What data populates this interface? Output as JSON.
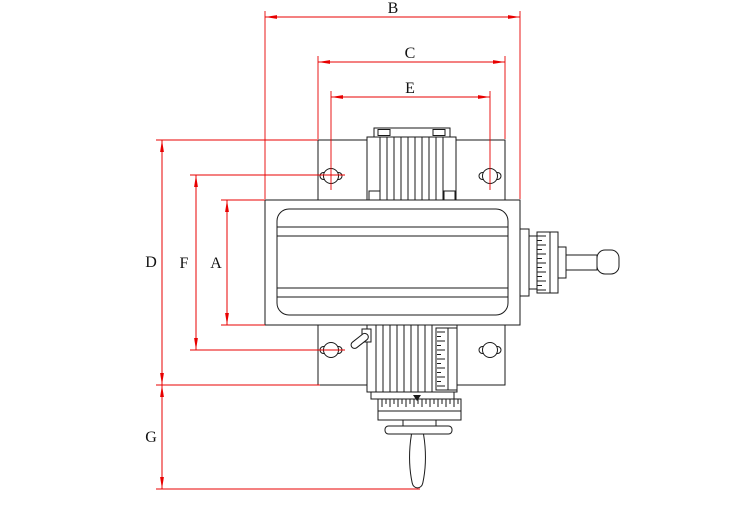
{
  "diagram": {
    "colors": {
      "dimension_lines": "#e80000",
      "part_lines": "#1a1a1a",
      "background": "#ffffff"
    },
    "dimension_labels": {
      "B": "B",
      "C": "C",
      "E": "E",
      "D": "D",
      "F": "F",
      "A": "A",
      "G": "G"
    }
  }
}
